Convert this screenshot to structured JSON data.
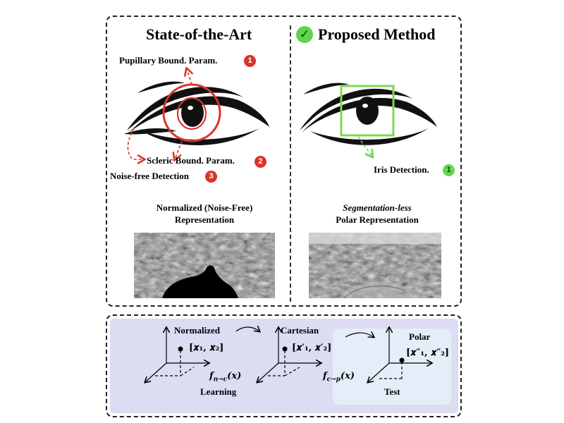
{
  "left_panel": {
    "title": "State-of-the-Art",
    "labels": {
      "pupillary": "Pupillary Bound. Param.",
      "scleric": "Scleric Bound. Param.",
      "noise": "Noise-free Detection"
    },
    "badges": [
      "1",
      "2",
      "3"
    ],
    "caption_line1": "Normalized (Noise-Free)",
    "caption_line2": "Representation"
  },
  "right_panel": {
    "check_mark": "✓",
    "title": "Proposed Method",
    "iris_label": "Iris Detection.",
    "badge": "1",
    "caption_line1": "Segmentation-less",
    "caption_line2": "Polar Representation"
  },
  "bottom": {
    "normalized": "Normalized",
    "cartesian": "Cartesian",
    "polar": "Polar",
    "learning": "Learning",
    "test": "Test",
    "point1": "[𝒙₁, 𝒙₂]",
    "point2": "[𝒙′₁, 𝒙′₂]",
    "point3": "[𝒙″₁, 𝒙″₂]",
    "f1": "f",
    "f1_sub": "n→c",
    "f1_arg": "(𝒙)",
    "f2": "f",
    "f2_sub": "c→p",
    "f2_arg": "(𝒙)"
  },
  "colors": {
    "red": "#d9342b",
    "green": "#67d455",
    "panel": "#dcdcf3",
    "subpanel": "#e4eef8"
  }
}
